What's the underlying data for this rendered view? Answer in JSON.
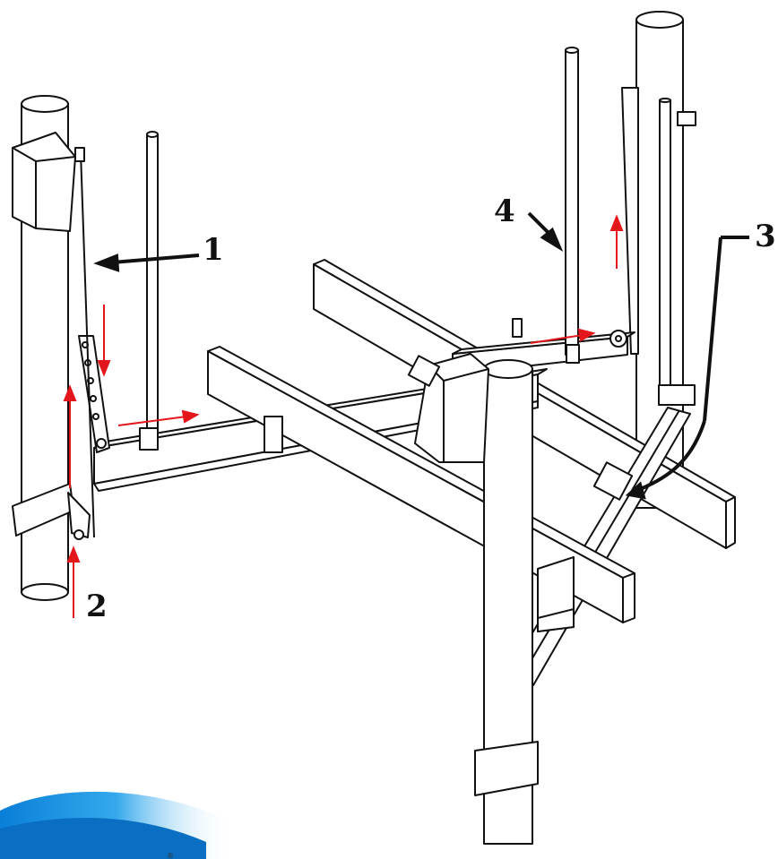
{
  "callouts": {
    "c1": "1",
    "c2": "2",
    "c3": "3",
    "c4": "4"
  },
  "colors": {
    "line": "#111111",
    "steel": "#ffffff",
    "arrow": "#e3171b",
    "logo_blue": "#0a7fd8",
    "logo_light": "#5ec2f2"
  }
}
